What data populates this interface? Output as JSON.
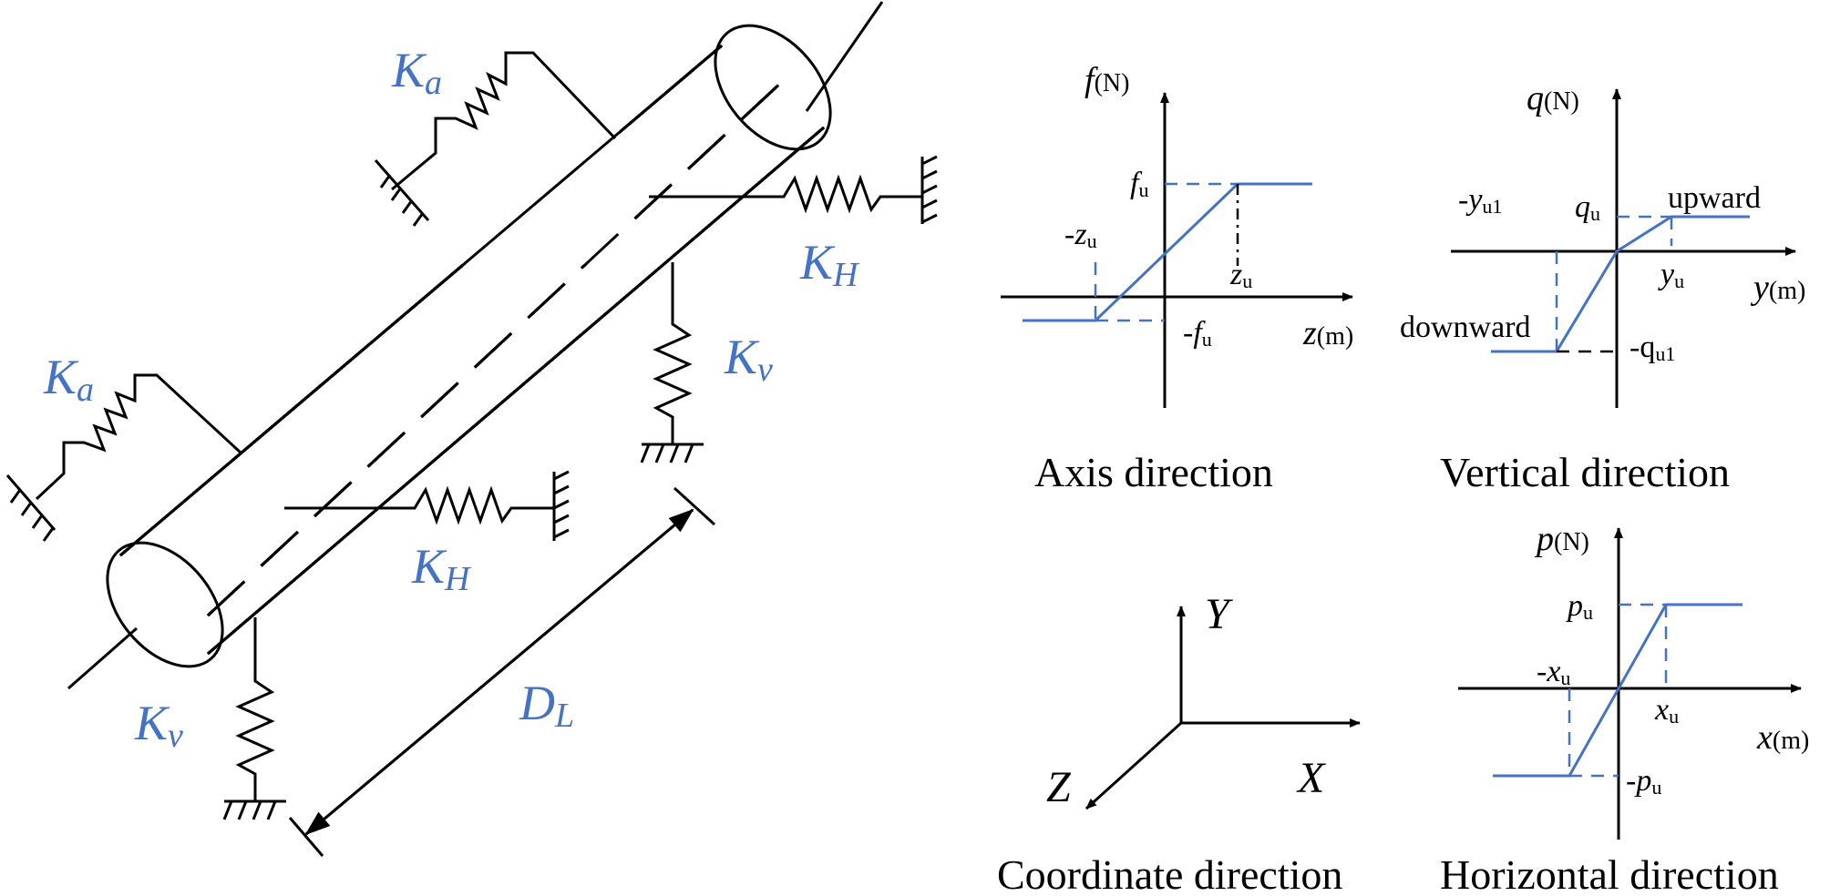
{
  "colors": {
    "spring_label": "#4472c4",
    "curve": "#4472c4",
    "line": "#000000"
  },
  "pipe_model": {
    "springs": {
      "axial": "K",
      "axial_sub": "a",
      "horizontal": "K",
      "horizontal_sub": "H",
      "vertical": "K",
      "vertical_sub": "v"
    },
    "length": {
      "symbol": "D",
      "sub": "L"
    }
  },
  "axis_panel": {
    "caption": "Axis direction",
    "y_label": "f",
    "y_unit": "(N)",
    "x_label": "z",
    "x_unit": "(m)",
    "pos_force": "f",
    "pos_force_sub": "u",
    "neg_force": "-f",
    "neg_force_sub": "u",
    "pos_disp": "z",
    "pos_disp_sub": "u",
    "neg_disp": "-z",
    "neg_disp_sub": "u"
  },
  "vertical_panel": {
    "caption": "Vertical direction",
    "y_label": "q",
    "y_unit": "(N)",
    "x_label": "y",
    "x_unit": "(m)",
    "pos_force": "q",
    "pos_force_sub": "u",
    "neg_force": "-q",
    "neg_force_sub": "u1",
    "pos_disp": "y",
    "pos_disp_sub": "u",
    "neg_disp": "-y",
    "neg_disp_sub": "u1",
    "upward": "upward",
    "downward": "downward"
  },
  "horizontal_panel": {
    "caption": "Horizontal direction",
    "y_label": "p",
    "y_unit": "(N)",
    "x_label": "x",
    "x_unit": "(m)",
    "pos_force": "p",
    "pos_force_sub": "u",
    "neg_force": "-p",
    "neg_force_sub": "u",
    "pos_disp": "x",
    "pos_disp_sub": "u",
    "neg_disp": "-x",
    "neg_disp_sub": "u"
  },
  "coordinate_panel": {
    "caption": "Coordinate direction",
    "axis_y": "Y",
    "axis_x": "X",
    "axis_z": "Z"
  }
}
